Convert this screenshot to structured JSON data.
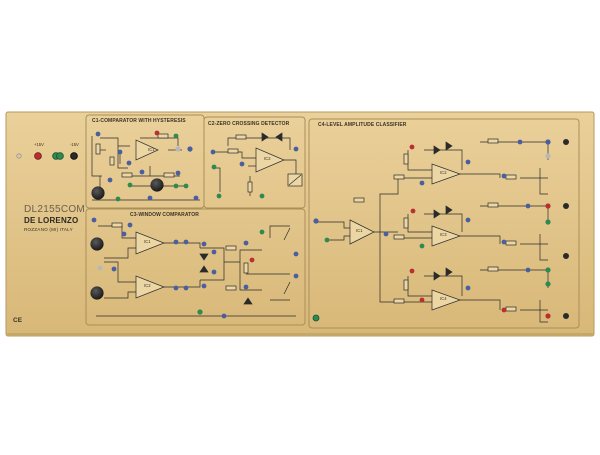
{
  "panel": {
    "model": "DL2155COM",
    "brand": "DE LORENZO",
    "city": "ROZZANO (MI) ITALY",
    "ce_mark": "CE",
    "supply_pos": "+15V",
    "supply_neg": "-15V"
  },
  "sections": {
    "c1": {
      "title": "C1-COMPARATOR WITH HYSTERESIS",
      "ic": "IC1"
    },
    "c2": {
      "title": "C2-ZERO CROSSING DETECTOR",
      "ic": "IC2"
    },
    "c3": {
      "title": "C3-WINDOW COMPARATOR",
      "ic_a": "IC1",
      "ic_b": "IC2"
    },
    "c4": {
      "title": "C4-LEVEL AMPLITUDE CLASSIFIER",
      "ic_1": "IC1",
      "ic_2": "IC2",
      "ic_3": "IC3",
      "ic_4": "IC4"
    }
  },
  "colors": {
    "background": "#ffffff",
    "panel": "#e6c887",
    "panel_edge": "#b39a63",
    "line": "#2b2b2b",
    "socket_blue": "#4a5fa0",
    "socket_red": "#b83030",
    "socket_green": "#2f8a52",
    "socket_silver": "#b8b8b8",
    "knob": "#2a2a2a"
  }
}
